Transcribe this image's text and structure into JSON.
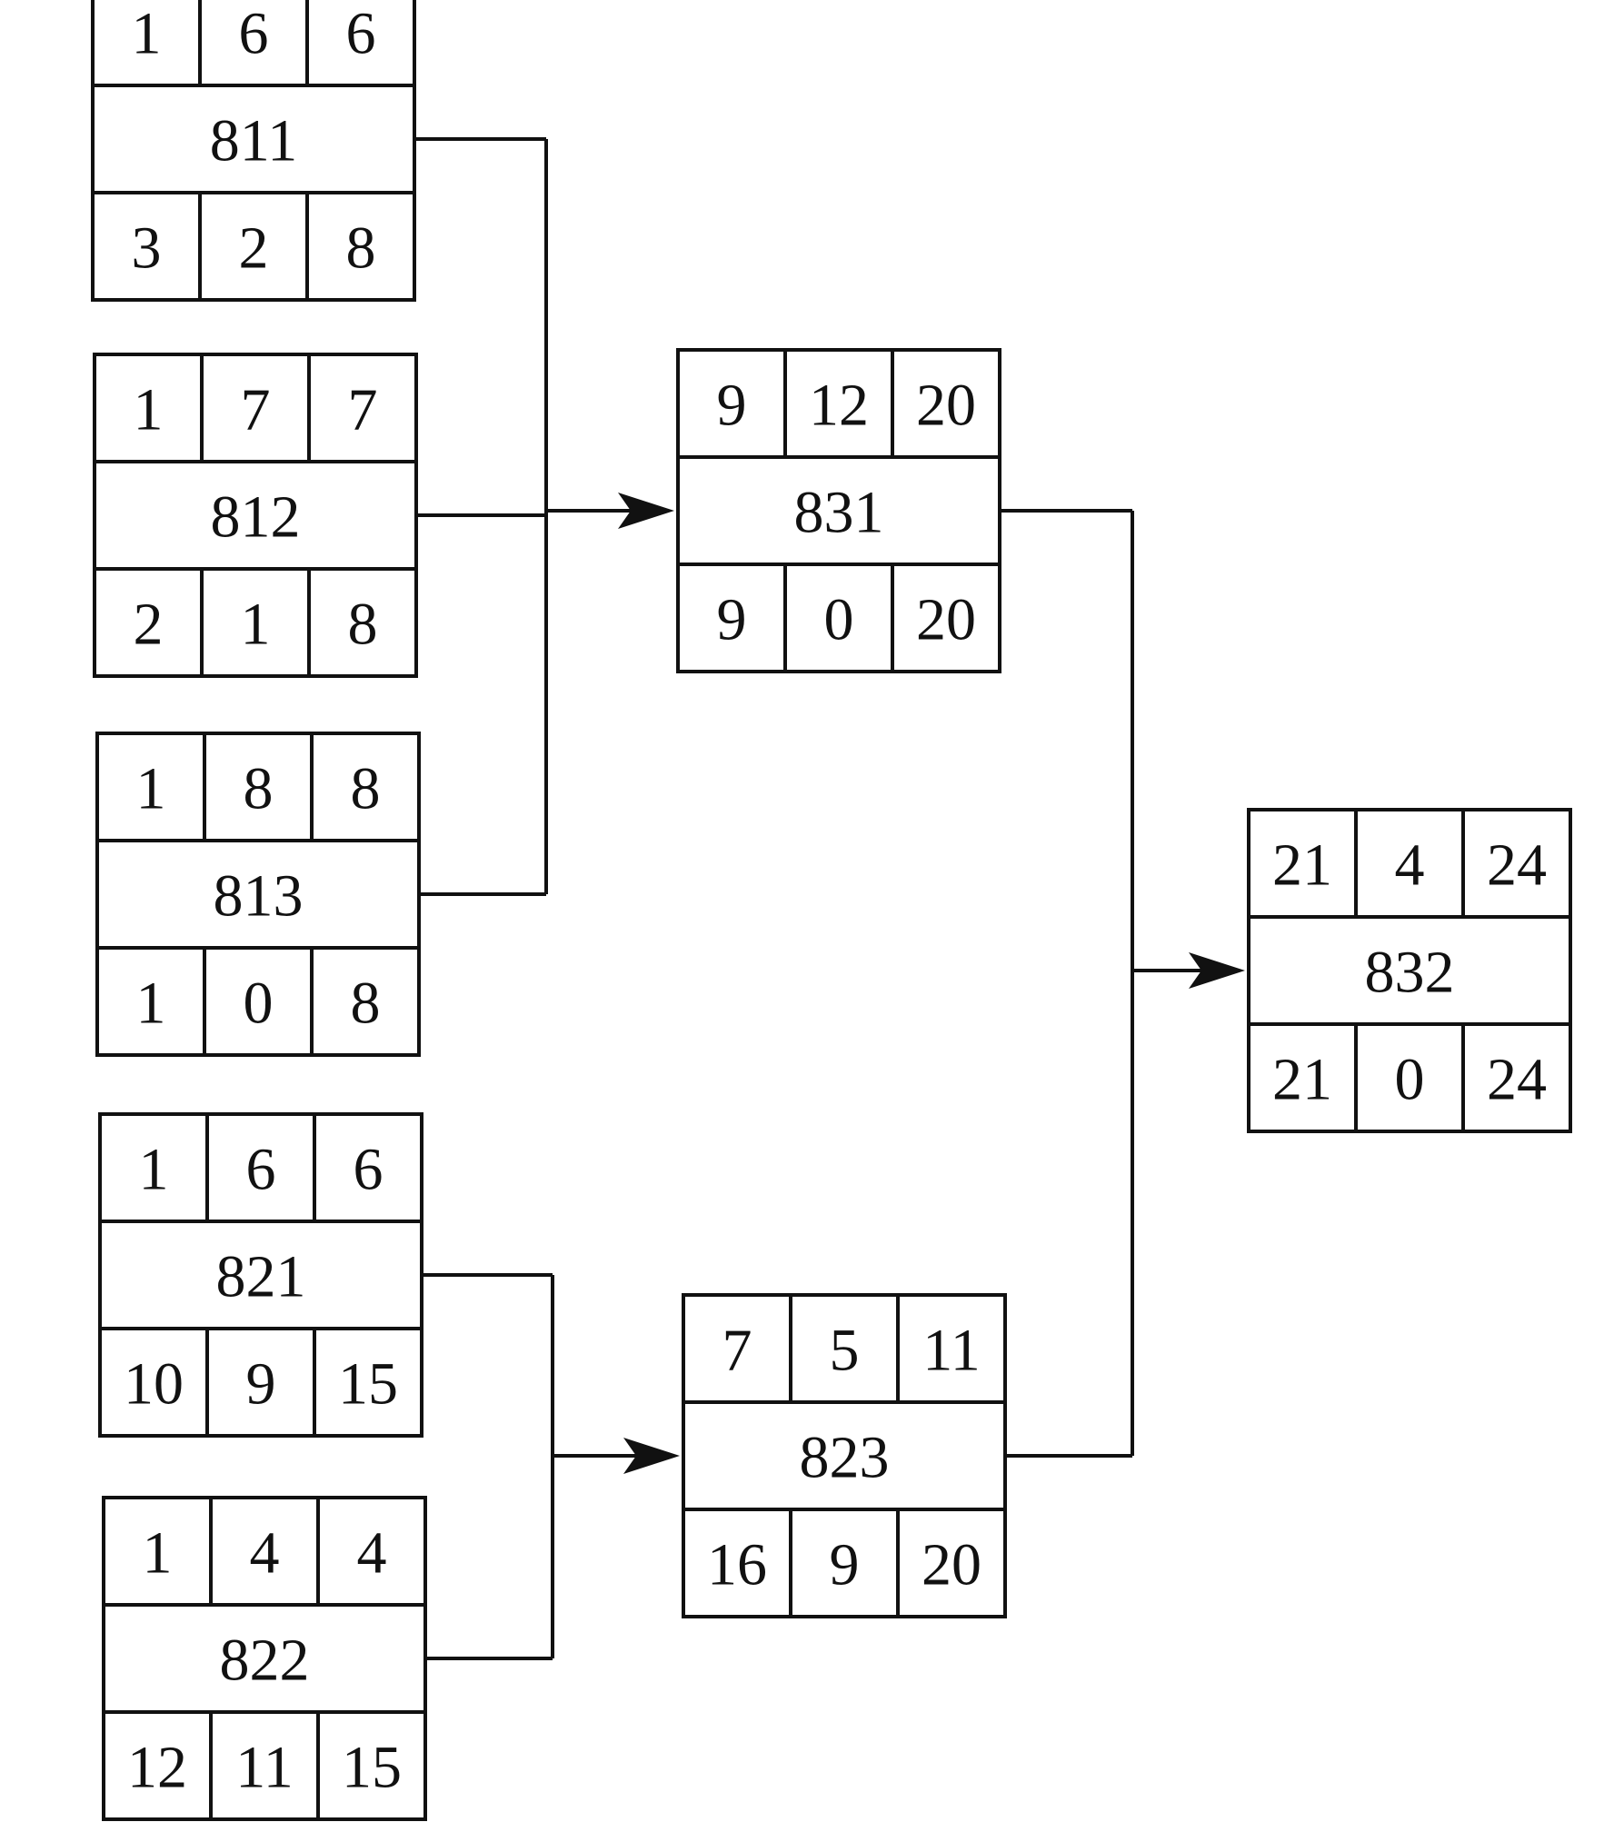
{
  "nodes": [
    {
      "id": "811",
      "top": [
        "1",
        "6",
        "6"
      ],
      "bottom": [
        "3",
        "2",
        "8"
      ]
    },
    {
      "id": "812",
      "top": [
        "1",
        "7",
        "7"
      ],
      "bottom": [
        "2",
        "1",
        "8"
      ]
    },
    {
      "id": "813",
      "top": [
        "1",
        "8",
        "8"
      ],
      "bottom": [
        "1",
        "0",
        "8"
      ]
    },
    {
      "id": "821",
      "top": [
        "1",
        "6",
        "6"
      ],
      "bottom": [
        "10",
        "9",
        "15"
      ]
    },
    {
      "id": "822",
      "top": [
        "1",
        "4",
        "4"
      ],
      "bottom": [
        "12",
        "11",
        "15"
      ]
    },
    {
      "id": "831",
      "top": [
        "9",
        "12",
        "20"
      ],
      "bottom": [
        "9",
        "0",
        "20"
      ]
    },
    {
      "id": "823",
      "top": [
        "7",
        "5",
        "11"
      ],
      "bottom": [
        "16",
        "9",
        "20"
      ]
    },
    {
      "id": "832",
      "top": [
        "21",
        "4",
        "24"
      ],
      "bottom": [
        "21",
        "0",
        "24"
      ]
    }
  ],
  "edges": [
    {
      "from": [
        "811",
        "812",
        "813"
      ],
      "to": "831"
    },
    {
      "from": [
        "821",
        "822"
      ],
      "to": "823"
    },
    {
      "from": [
        "831",
        "823"
      ],
      "to": "832"
    }
  ]
}
